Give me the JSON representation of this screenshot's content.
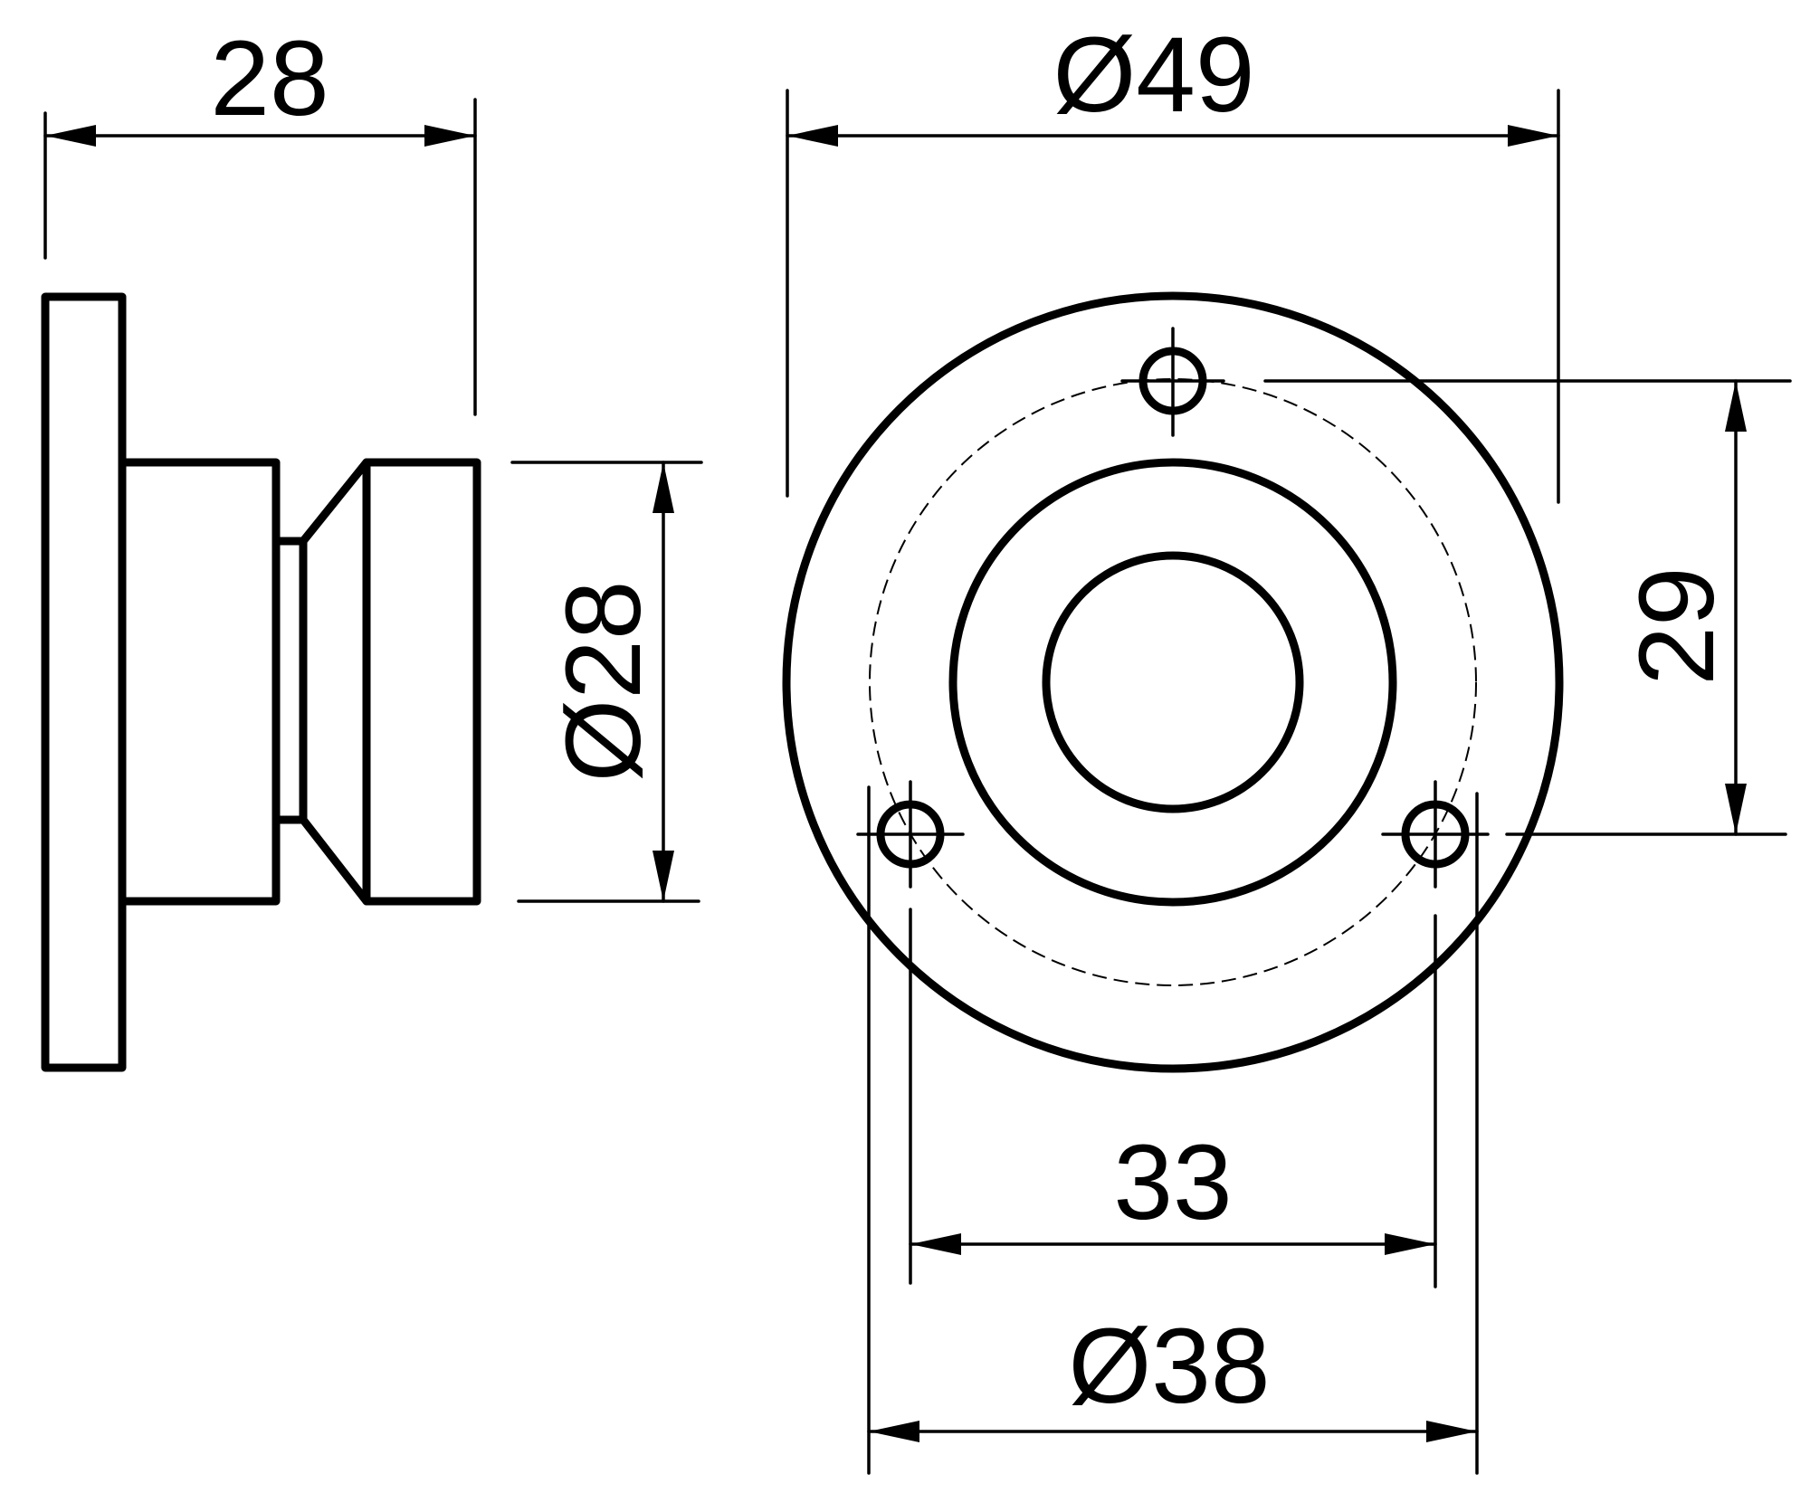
{
  "dimensions": {
    "side_depth": "28",
    "side_diameter": "Ø28",
    "outer_diameter": "Ø49",
    "hole_vertical_spacing": "29",
    "hole_horizontal_spacing": "33",
    "hole_circle_diameter": "Ø38"
  }
}
